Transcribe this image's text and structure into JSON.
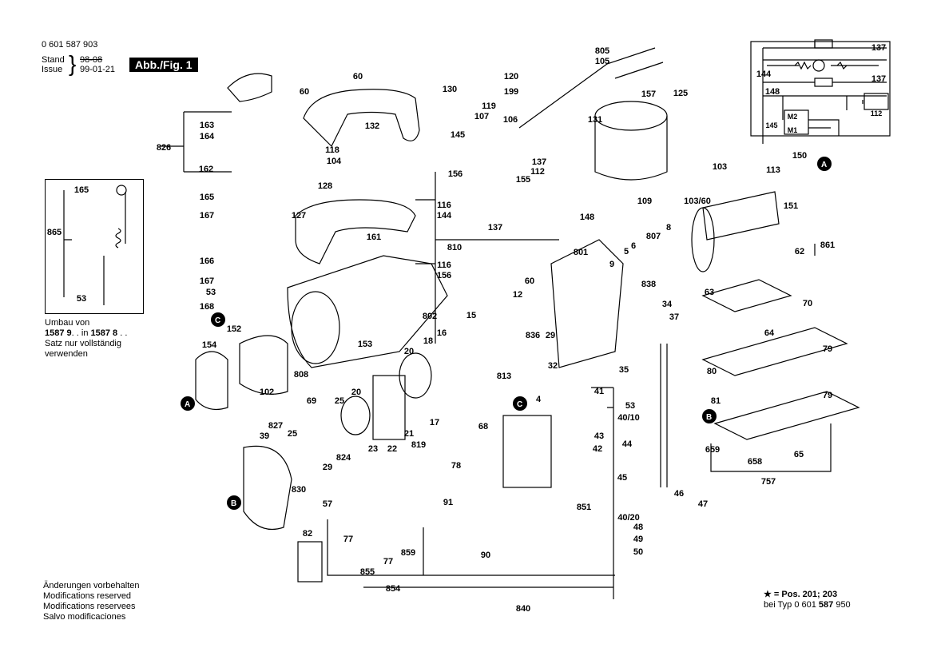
{
  "header": {
    "doc_number": "0 601 587 903",
    "stand_label": "Stand",
    "issue_label": "Issue",
    "old_date": "98-08",
    "new_date": "99-01-21",
    "figure_badge": "Abb./Fig. 1"
  },
  "side_note": {
    "line1": "Umbau von",
    "line2_a": "1587 9",
    "line2_b": ". . in ",
    "line2_c": "1587 8",
    "line2_d": " . .",
    "line3": "Satz nur vollständig",
    "line4": "verwenden"
  },
  "footer_left": {
    "line1": "Änderungen vorbehalten",
    "line2": "Modifications reserved",
    "line3": "Modifications reservees",
    "line4": "Salvo modificaciones"
  },
  "footer_right": {
    "line1": "★ = Pos. 201; 203",
    "line2_a": "bei Typ 0 601 ",
    "line2_b": "587",
    "line2_c": " 950"
  },
  "callouts": [
    "A",
    "A",
    "B",
    "B",
    "C",
    "C"
  ],
  "part_labels": [
    "60",
    "60",
    "130",
    "119",
    "107",
    "106",
    "131",
    "132",
    "145",
    "118",
    "104",
    "128",
    "156",
    "155",
    "137",
    "112",
    "116",
    "144",
    "148",
    "127",
    "161",
    "810",
    "137",
    "116",
    "156",
    "162",
    "163",
    "164",
    "826",
    "165",
    "167",
    "166",
    "167",
    "53",
    "168",
    "152",
    "154",
    "102",
    "153",
    "808",
    "802",
    "15",
    "12",
    "60",
    "836",
    "29",
    "32",
    "813",
    "18",
    "16",
    "20",
    "20",
    "25",
    "69",
    "827",
    "25",
    "824",
    "29",
    "830",
    "39",
    "22",
    "23",
    "21",
    "819",
    "17",
    "4",
    "68",
    "78",
    "91",
    "90",
    "57",
    "77",
    "77",
    "855",
    "859",
    "854",
    "82",
    "840",
    "41",
    "43",
    "42",
    "53",
    "40/10",
    "44",
    "45",
    "46",
    "47",
    "40/20",
    "48",
    "49",
    "50",
    "851",
    "805",
    "105",
    "120",
    "199",
    "157",
    "125",
    "109",
    "103",
    "103/60",
    "113",
    "150",
    "151",
    "801",
    "9",
    "5",
    "6",
    "807",
    "8",
    "838",
    "34",
    "37",
    "35",
    "861",
    "62",
    "63",
    "70",
    "64",
    "79",
    "80",
    "81",
    "79",
    "659",
    "658",
    "65",
    "757",
    "165",
    "865",
    "53",
    "137",
    "144",
    "137",
    "148",
    "145",
    "M2",
    "M1",
    "112"
  ]
}
